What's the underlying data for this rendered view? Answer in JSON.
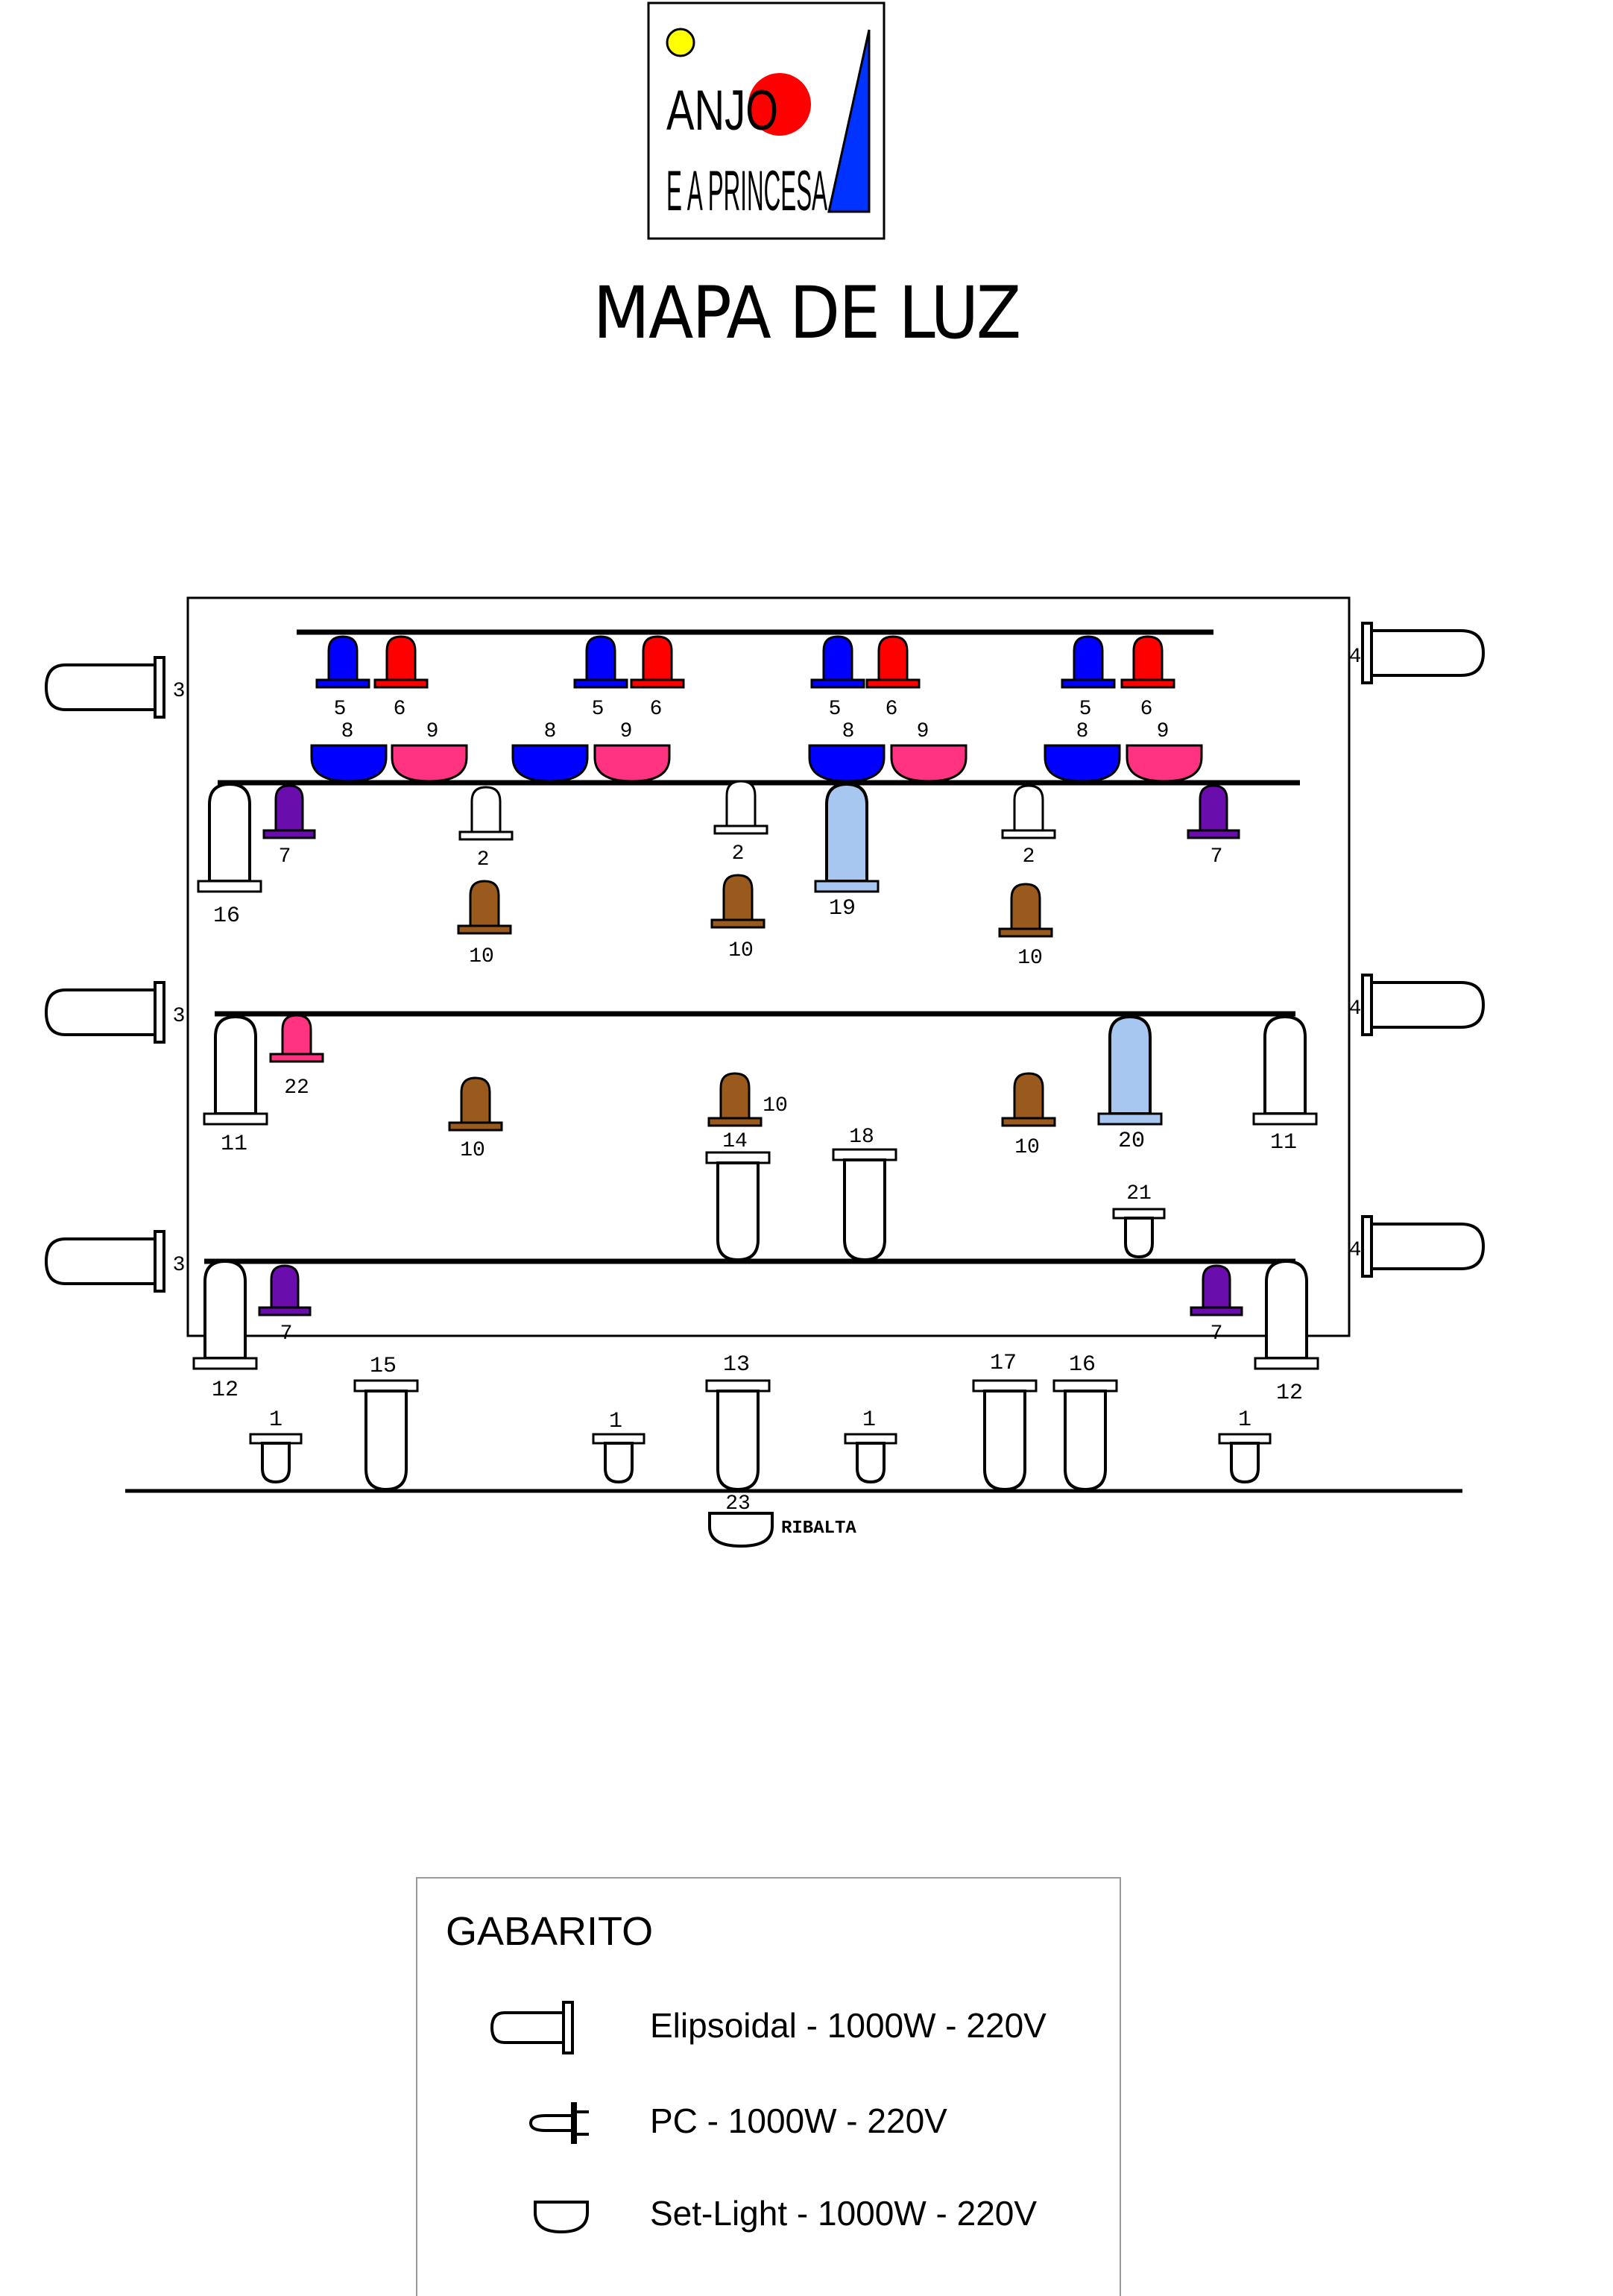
{
  "logo": {
    "line1": "ANJO",
    "line2": "E A PRINCESA",
    "dot_color": "#ffff00",
    "sun_color": "#ff0000",
    "triangle_color": "#0033ff"
  },
  "title": "MAPA DE LUZ",
  "colors": {
    "blue": "#0000ff",
    "red": "#ff0000",
    "pink": "#ff3380",
    "purple": "#6a0dad",
    "brown": "#9a5a1e",
    "light_blue": "#a7c7f0",
    "white": "#ffffff"
  },
  "side_labels": {
    "left": "3",
    "right": "4"
  },
  "top_row_labels": [
    "5",
    "6",
    "5",
    "6",
    "5",
    "6",
    "5",
    "6"
  ],
  "set_light_labels": [
    "8",
    "9",
    "8",
    "9",
    "8",
    "9",
    "8",
    "9"
  ],
  "row2_labels": [
    "16",
    "7",
    "2",
    "2",
    "19",
    "2",
    "7"
  ],
  "row3_labels": [
    "10",
    "10",
    "10"
  ],
  "row4_labels": [
    "11",
    "22",
    "10",
    "10",
    "14",
    "18",
    "10",
    "20",
    "11",
    "21"
  ],
  "row5_labels": [
    "12",
    "7",
    "7",
    "12"
  ],
  "floor_labels": [
    "1",
    "15",
    "1",
    "13",
    "1",
    "17",
    "16",
    "1"
  ],
  "footlight": {
    "number": "23",
    "label": "RIBALTA"
  },
  "legend": {
    "title": "GABARITO",
    "items": [
      {
        "type": "elipsoidal",
        "label": "Elipsoidal - 1000W - 220V"
      },
      {
        "type": "pc",
        "label": "PC - 1000W - 220V"
      },
      {
        "type": "set-light",
        "label": "Set-Light - 1000W - 220V"
      }
    ]
  }
}
